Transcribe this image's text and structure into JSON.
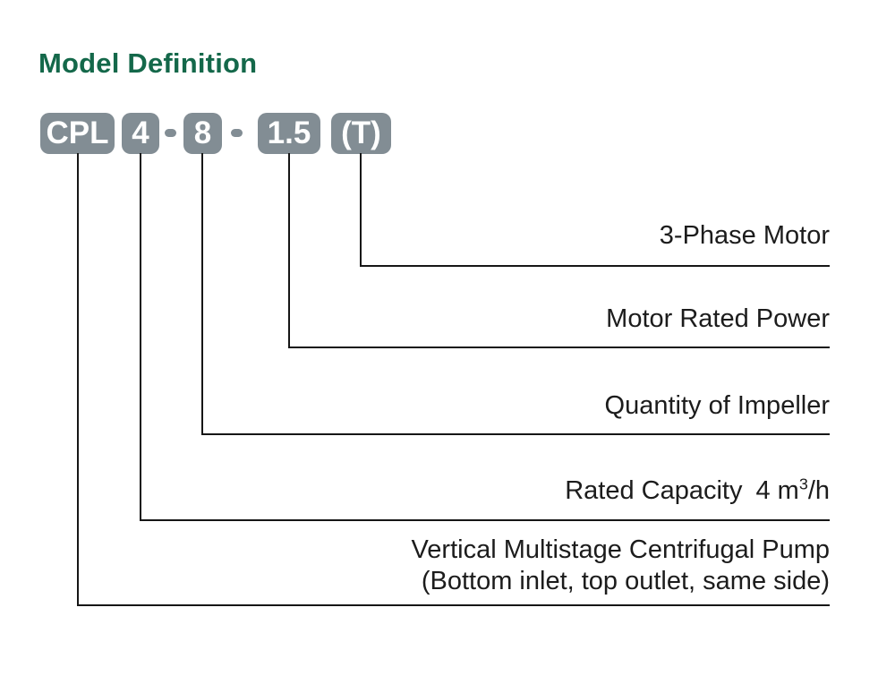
{
  "title": {
    "text": "Model Definition",
    "color": "#14684a"
  },
  "model_code": {
    "box_color": "#828d94",
    "text_color": "#ffffff",
    "separator": "-",
    "segments": [
      {
        "id": "series",
        "text": "CPL"
      },
      {
        "id": "rated-capacity",
        "text": "4"
      },
      {
        "id": "impeller-quantity",
        "text": "8"
      },
      {
        "id": "motor-power",
        "text": "1.5"
      },
      {
        "id": "motor-phase",
        "text": "(T)"
      }
    ]
  },
  "legend": {
    "line_color": "#161616",
    "entries": [
      {
        "label": "3-Phase Motor"
      },
      {
        "label": "Motor Rated Power"
      },
      {
        "label": "Quantity of Impeller"
      },
      {
        "label": "Rated Capacity",
        "value_prefix": "4 m",
        "value_sup": "3",
        "value_suffix": "/h"
      },
      {
        "label": "Vertical Multistage Centrifugal Pump",
        "label2": "(Bottom inlet, top outlet, same side)"
      }
    ]
  }
}
